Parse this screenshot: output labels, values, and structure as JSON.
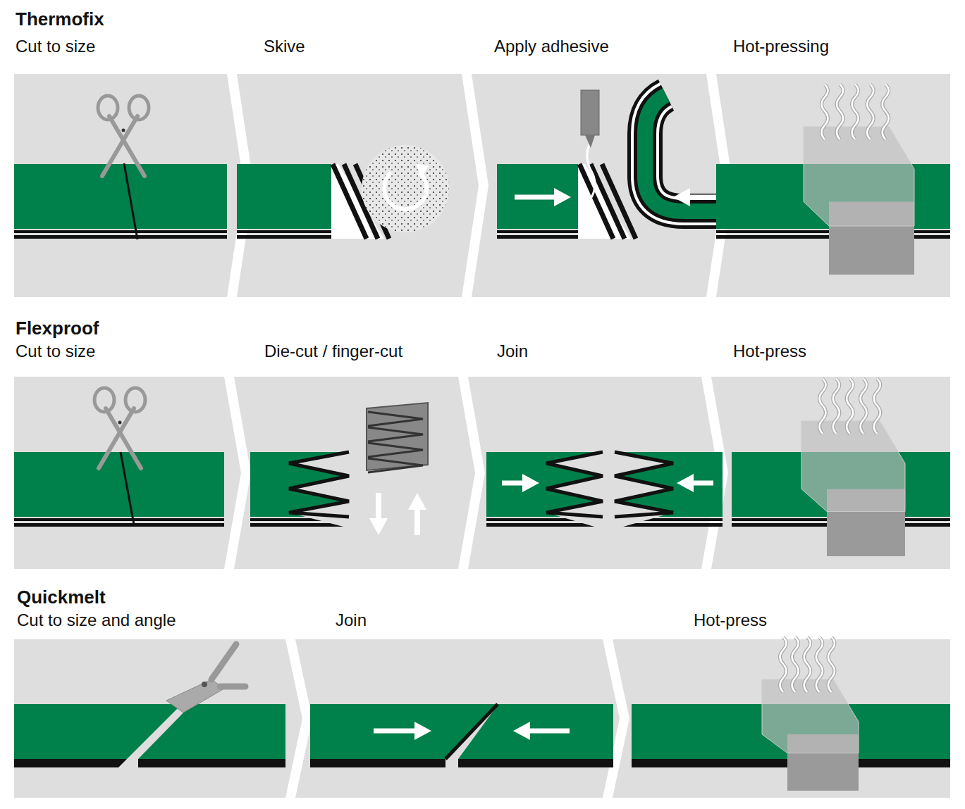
{
  "diagram": {
    "nodes": [
      {
        "text": [
          "Cut to size"
        ]
      },
      {
        "text": [
          "Skive"
        ]
      },
      {
        "text": [
          "Apply adhesive"
        ]
      },
      {
        "text": [
          "Hot-pressing"
        ]
      },
      {
        "text": [
          "Cut to size"
        ]
      },
      {
        "text": [
          "Die-cut / finger-cut"
        ]
      },
      {
        "text": [
          "Join"
        ]
      },
      {
        "text": [
          "Hot-press"
        ]
      },
      {
        "text": [
          "Cut to size and angle"
        ]
      },
      {
        "text": [
          "Join"
        ]
      },
      {
        "text": [
          "Hot-press"
        ]
      }
    ],
    "edges": [],
    "labels": [
      "Thermofix",
      "Flexproof",
      "Quickmelt"
    ]
  }
}
